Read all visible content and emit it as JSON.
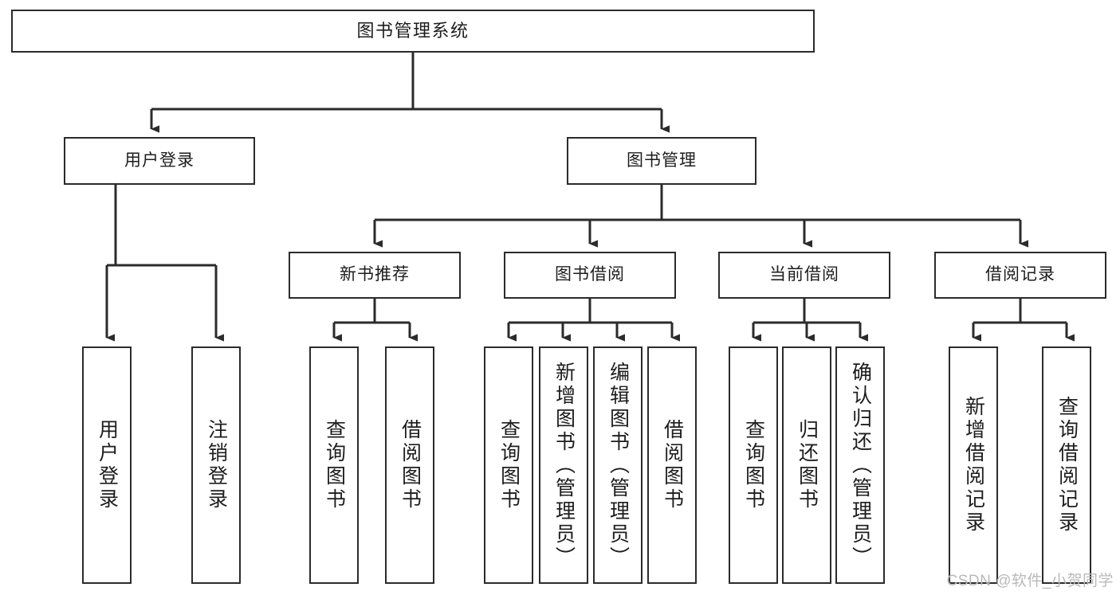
{
  "diagram": {
    "type": "tree",
    "title": "图书管理系统",
    "stroke_color": "#2b2b2b",
    "background_color": "#ffffff",
    "text_color": "#1d1d1d",
    "root": {
      "label": "图书管理系统"
    },
    "level2": [
      {
        "label": "用户登录"
      },
      {
        "label": "图书管理"
      }
    ],
    "level3": [
      {
        "label": "新书推荐"
      },
      {
        "label": "图书借阅"
      },
      {
        "label": "当前借阅"
      },
      {
        "label": "借阅记录"
      }
    ],
    "leaves": {
      "user_login": [
        {
          "label": "用户登录"
        },
        {
          "label": "注销登录"
        }
      ],
      "new_book_rec": [
        {
          "label": "查询图书"
        },
        {
          "label": "借阅图书"
        }
      ],
      "book_borrow": [
        {
          "label": "查询图书"
        },
        {
          "label": "新增图书（管理员）"
        },
        {
          "label": "编辑图书（管理员）"
        },
        {
          "label": "借阅图书"
        }
      ],
      "current_borrow": [
        {
          "label": "查询图书"
        },
        {
          "label": "归还图书"
        },
        {
          "label": "确认归还（管理员）"
        }
      ],
      "borrow_record": [
        {
          "label": "新增借阅记录"
        },
        {
          "label": "查询借阅记录"
        }
      ]
    }
  },
  "watermark": {
    "text": "CSDN @软件_小贺同学"
  }
}
